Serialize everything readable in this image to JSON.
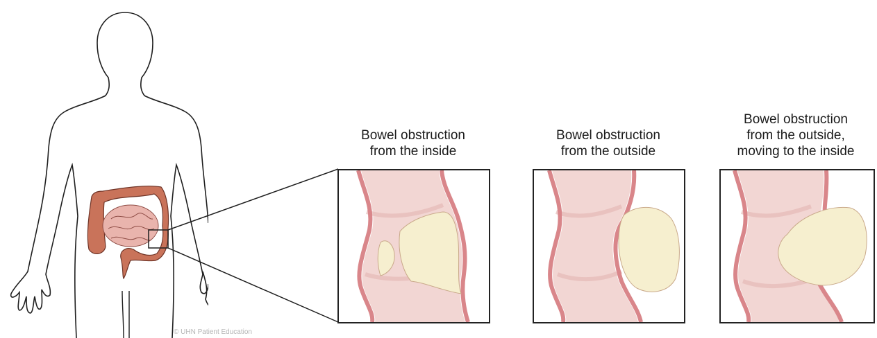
{
  "panels": [
    {
      "title": "Bowel obstruction\nfrom the inside"
    },
    {
      "title": "Bowel obstruction\nfrom the outside"
    },
    {
      "title": "Bowel obstruction\nfrom the outside,\nmoving to the inside"
    }
  ],
  "credit": "© UHN Patient Education",
  "colors": {
    "outline": "#1e1e1e",
    "bowel_wall": "#d9868a",
    "bowel_lumen": "#f2d6d3",
    "bowel_shadow": "#e6b9b6",
    "mass": "#f6efcf",
    "colon": "#c9735a",
    "small_intestine": "#e9b4ad"
  }
}
